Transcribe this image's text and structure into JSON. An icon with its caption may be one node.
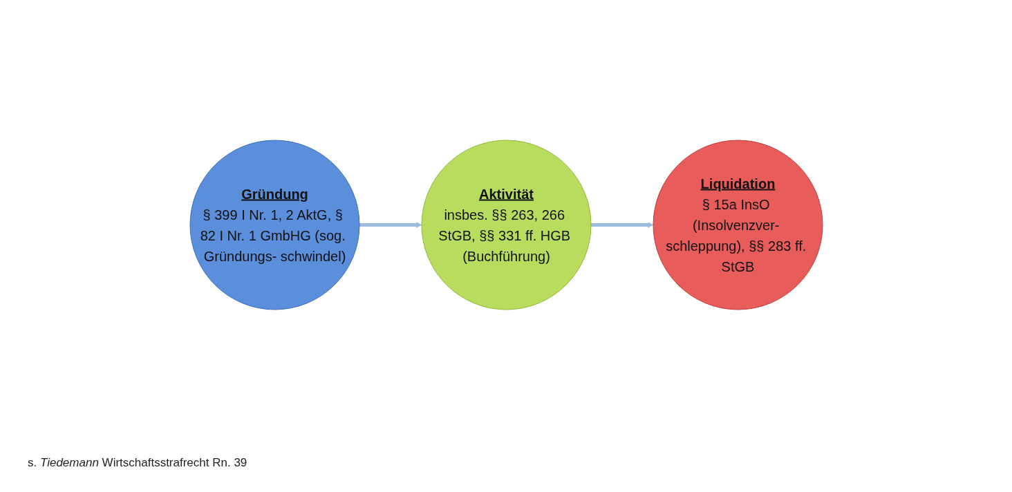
{
  "diagram": {
    "caption": "s. *Tiedemann* Wirtschaftsstrafrecht Rn. 39",
    "nodes": [
      {
        "text": [
          "Gründung",
          "§ 399 I Nr. 1, 2 AktG, § 82 I Nr. 1 GmbHG (sog. Gründungs- schwindel)"
        ]
      },
      {
        "text": [
          "Aktivität",
          "insbes. §§ 263, 266 StGB, §§ 331 ff. HGB (Buchführung)"
        ]
      },
      {
        "text": [
          "Liquidation",
          "§ 15a InsO (Insolvenzver- schleppung), §§ 283 ff. StGB"
        ]
      }
    ],
    "edges": [
      {
        "from": 0,
        "to": 1,
        "arrow": "to"
      },
      {
        "from": 1,
        "to": 2,
        "arrow": "to"
      }
    ]
  }
}
